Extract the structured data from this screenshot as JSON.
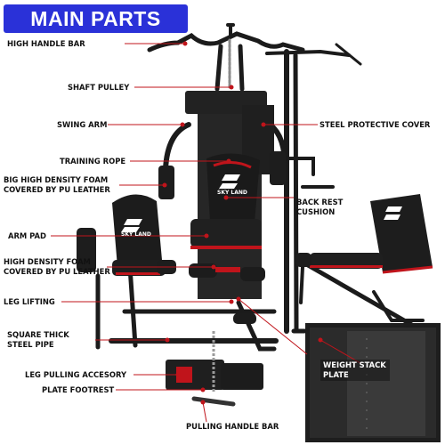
{
  "title": "MAIN PARTS",
  "brand": "SKY LAND",
  "colors": {
    "banner": "#2a31d8",
    "leader": "#c0141b",
    "frame": "#1b1b1b",
    "accent": "#d2151c"
  },
  "labels": {
    "high_handle_bar": "HIGH HANDLE BAR",
    "shaft_pulley": "SHAFT PULLEY",
    "swing_arm": "SWING ARM",
    "steel_protective_cover": "STEEL PROTECTIVE COVER",
    "training_rope": "TRAINING ROPE",
    "big_foam": "BIG HIGH DENSITY FOAM COVERED BY PU LEATHER",
    "back_rest_cushion": "BACK REST CUSHION",
    "arm_pad": "ARM PAD",
    "high_density_foam": "HIGH DENSITY FOAM COVERED BY PU LEATHER",
    "leg_lifting": "LEG LIFTING",
    "square_steel_pipe": "SQUARE THICK STEEL PIPE",
    "leg_pulling_accessory": "LEG PULLING ACCESORY",
    "plate_footrest": "PLATE FOOTREST",
    "weight_stack_plate": "WEIGHT STACK PLATE",
    "pulling_handle_bar": "PULLING HANDLE BAR"
  }
}
